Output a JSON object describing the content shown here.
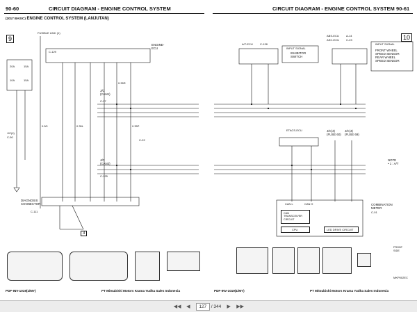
{
  "left_page": {
    "page_number": "90-60",
    "header_title": "CIRCUIT DIAGRAM - ENGINE CONTROL SYSTEM",
    "subtitle_prefix": "(2017 BASIC)",
    "subtitle_main": "ENGINE CONTROL SYSTEM (LANJUTAN)",
    "diagram_tag": "9",
    "labels": {
      "fusible_link": "FUSIBLE\nLINK (1)",
      "fuse_a": "20A",
      "fuse_b": "15A",
      "fuse_c": "10A",
      "fuse_d": "15A",
      "engine_ecu": "ENGINE-\nECU",
      "jc_can1": "J/C\n(CAN1)",
      "jc_can2": "J/C\n(CAN2)",
      "jc_label": "J/C(4)",
      "diag_connector": "DIAGNOSIS\nCONNECTOR",
      "conn_c129": "C-129",
      "conn_c27": "C-27",
      "conn_c22": "C-22",
      "conn_c125": "C-125",
      "conn_c111": "C-111",
      "conn_c50": "C-50",
      "tag_3": "3",
      "wire_1": "0.5G",
      "wire_2": "0.35R",
      "wire_3": "0.35P",
      "wire_4": "0.35L"
    },
    "footer_left": "PDF-INV-1019(1/MY)",
    "footer_right": "PT Mitsubishi Motors Krama Yudha Sales Indonesia"
  },
  "right_page": {
    "page_number": "90-61",
    "header_title": "CIRCUIT DIAGRAM - ENGINE CONTROL SYSTEM",
    "diagram_tag": "10",
    "labels": {
      "at_ecu": "A/T-ECU",
      "at_ecu_conn": "C-128",
      "input_signal_1": "INPUT SIGNAL",
      "inhibitor": "INHIBITOR\nSWITCH",
      "abs_ecu": "ABS-ECU",
      "asc_ecu": "ASC-ECU",
      "abs_conn": "A-14",
      "asc_conn": "C-23",
      "input_signal_2": "INPUT SIGNAL",
      "wheel_speed": "FRONT WHEEL\nSPEED SENSOR\nREAR WHEEL\nSPEED SENSOR",
      "etacs_ecu": "ETACS-ECU",
      "jc4_fuse1": "J/C(4)\n(FUSE 60)",
      "jc4_fuse2": "J/C(4)\n(FUSE 69)",
      "note": "NOTE\n• 1 : A/T",
      "combination_meter": "COMBINATION\nMETER",
      "comb_conn": "C-01",
      "can_transceiver": "CAN\nTRANSCEIVER\nCIRCUIT",
      "cpu": "CPU",
      "led_drive": "LED DRIVE CIRCUIT",
      "can_l": "CAN L",
      "can_h": "CAN H",
      "front_side": "FRONT\nSIDE",
      "code_ref": "MKP002EC"
    },
    "footer_left": "PDF-INV-1019(1/MY)",
    "footer_right": "PT Mitsubishi Motors Krama Yudha Sales Indonesia"
  },
  "toolbar": {
    "current_page": "127",
    "total_pages": "/ 344",
    "first_icon": "first-page-icon",
    "prev_icon": "prev-page-icon",
    "next_icon": "next-page-icon",
    "last_icon": "last-page-icon"
  }
}
